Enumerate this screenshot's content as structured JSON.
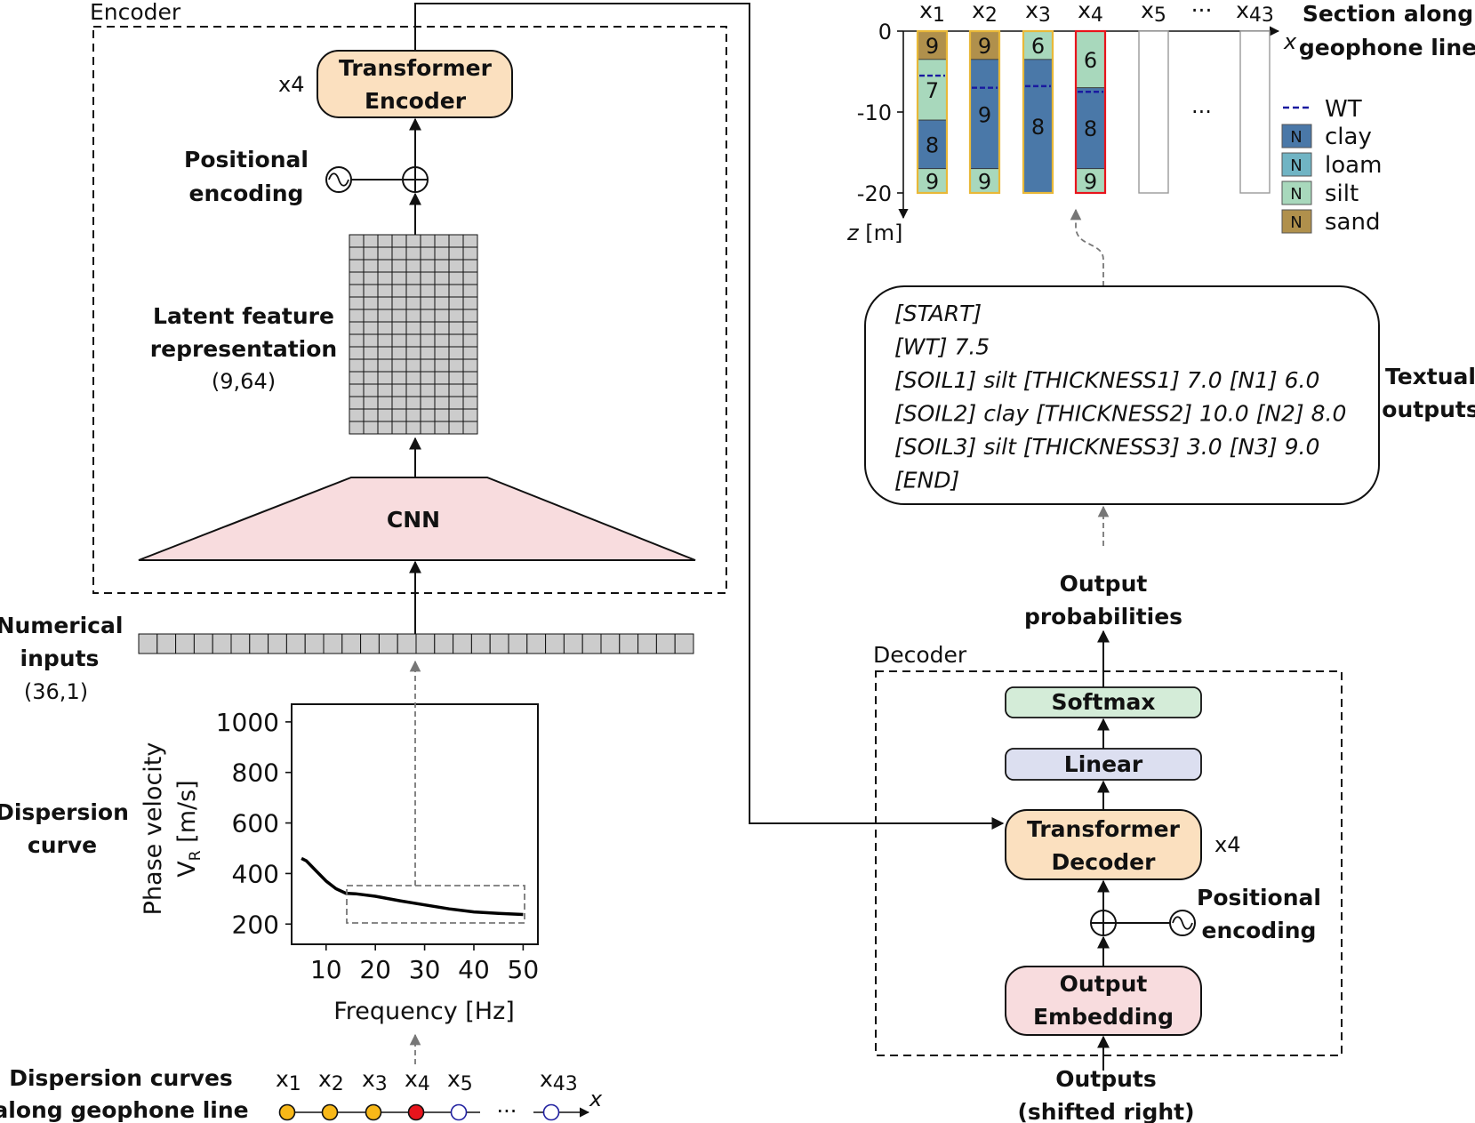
{
  "encoder": {
    "title": "Encoder",
    "transformer_line1": "Transformer",
    "transformer_line2": "Encoder",
    "repeat": "x4",
    "positional_line1": "Positional",
    "positional_line2": "encoding",
    "latent_line1": "Latent feature",
    "latent_line2": "representation",
    "latent_shape": "(9,64)",
    "cnn": "CNN"
  },
  "inputs": {
    "numerical_line1": "Numerical",
    "numerical_line2": "inputs",
    "numerical_shape": "(36,1)",
    "dispersion_line1": "Dispersion",
    "dispersion_line2": "curve",
    "curves_line1": "Dispersion curves",
    "curves_line2": "along geophone line"
  },
  "dispersion_plot": {
    "ylabel_line1": "Phase velocity",
    "ylabel_line2_main": "V",
    "ylabel_line2_sub": "R",
    "ylabel_line2_unit": " [m/s]",
    "xlabel": "Frequency [Hz]",
    "y_ticks": [
      "1000",
      "800",
      "600",
      "400",
      "200"
    ],
    "x_ticks": [
      "10",
      "20",
      "30",
      "40",
      "50"
    ]
  },
  "chart_data": {
    "type": "line",
    "xlabel": "Frequency [Hz]",
    "ylabel": "Phase velocity VR [m/s]",
    "xlim": [
      3,
      53
    ],
    "ylim": [
      120,
      1070
    ],
    "x": [
      5,
      6,
      8,
      10,
      12,
      14,
      16,
      20,
      25,
      30,
      35,
      40,
      45,
      50
    ],
    "y": [
      460,
      450,
      410,
      370,
      340,
      322,
      320,
      310,
      292,
      276,
      260,
      248,
      242,
      238
    ]
  },
  "geophones": {
    "labels": [
      "x1",
      "x2",
      "x3",
      "x4",
      "x5",
      "x43"
    ],
    "ellipsis": "···",
    "axis": "x"
  },
  "section": {
    "title_line1": "Section along",
    "title_line2": "geophone line",
    "col_labels": [
      "x1",
      "x2",
      "x3",
      "x4",
      "x5",
      "···",
      "x43"
    ],
    "x_axis": "x",
    "z_axis": "z [m]",
    "y_ticks": [
      "0",
      "-10",
      "-20"
    ],
    "ellipsis": "···",
    "columns": [
      {
        "label": "x1",
        "wt": 5.5,
        "layers": [
          {
            "soil": "sand",
            "n": "9",
            "top": 0,
            "bottom": 3.5
          },
          {
            "soil": "silt",
            "n": "7",
            "top": 3.5,
            "bottom": 11
          },
          {
            "soil": "clay",
            "n": "8",
            "top": 11,
            "bottom": 17
          },
          {
            "soil": "silt",
            "n": "9",
            "top": 17,
            "bottom": 20
          }
        ]
      },
      {
        "label": "x2",
        "wt": 7,
        "layers": [
          {
            "soil": "sand",
            "n": "9",
            "top": 0,
            "bottom": 3.5
          },
          {
            "soil": "clay",
            "n": "9",
            "top": 3.5,
            "bottom": 17
          },
          {
            "soil": "silt",
            "n": "9",
            "top": 17,
            "bottom": 20
          }
        ]
      },
      {
        "label": "x3",
        "wt": 6.8,
        "layers": [
          {
            "soil": "silt",
            "n": "6",
            "top": 0,
            "bottom": 3.5
          },
          {
            "soil": "clay",
            "n": "8",
            "top": 3.5,
            "bottom": 20
          }
        ]
      },
      {
        "label": "x4",
        "wt": 7.5,
        "layers": [
          {
            "soil": "silt",
            "n": "6",
            "top": 0,
            "bottom": 7
          },
          {
            "soil": "clay",
            "n": "8",
            "top": 7,
            "bottom": 17
          },
          {
            "soil": "silt",
            "n": "9",
            "top": 17,
            "bottom": 20
          }
        ]
      }
    ]
  },
  "legend": {
    "wt": "WT",
    "badge": "N",
    "items": [
      {
        "label": "clay",
        "color": "#4a78a8"
      },
      {
        "label": "loam",
        "color": "#70b4c4"
      },
      {
        "label": "silt",
        "color": "#a8d8bc"
      },
      {
        "label": "sand",
        "color": "#b0904c"
      }
    ]
  },
  "text_output": {
    "lines": [
      "[START]",
      "[WT] 7.5",
      "[SOIL1] silt [THICKNESS1] 7.0 [N1] 6.0",
      "[SOIL2] clay [THICKNESS2] 10.0 [N2] 8.0",
      "[SOIL3] silt [THICKNESS3] 3.0 [N3] 9.0",
      "[END]"
    ],
    "label_line1": "Textual",
    "label_line2": "outputs"
  },
  "decoder": {
    "title": "Decoder",
    "output_prob_line1": "Output",
    "output_prob_line2": "probabilities",
    "softmax": "Softmax",
    "linear": "Linear",
    "transformer_line1": "Transformer",
    "transformer_line2": "Decoder",
    "repeat": "x4",
    "positional_line1": "Positional",
    "positional_line2": "encoding",
    "embedding_line1": "Output",
    "embedding_line2": "Embedding",
    "outputs_line1": "Outputs",
    "outputs_line2": "(shifted right)"
  },
  "colors": {
    "highlight": "#e8141c",
    "transformer_fill": "#fbe0bf",
    "cnn_fill": "#f8dcde",
    "softmax_fill": "#d4ecd8",
    "linear_fill": "#dcdff0",
    "embedding_fill": "#f8dcde",
    "grid_fill": "#cccccc",
    "water_table": "#1a1aa0",
    "column_border_gold": "#e8b838",
    "column_border_red": "#e8141c",
    "node_gold": "#f8b818",
    "node_red": "#e8141c",
    "node_outline": "#2020a0",
    "curve": "#000000"
  }
}
